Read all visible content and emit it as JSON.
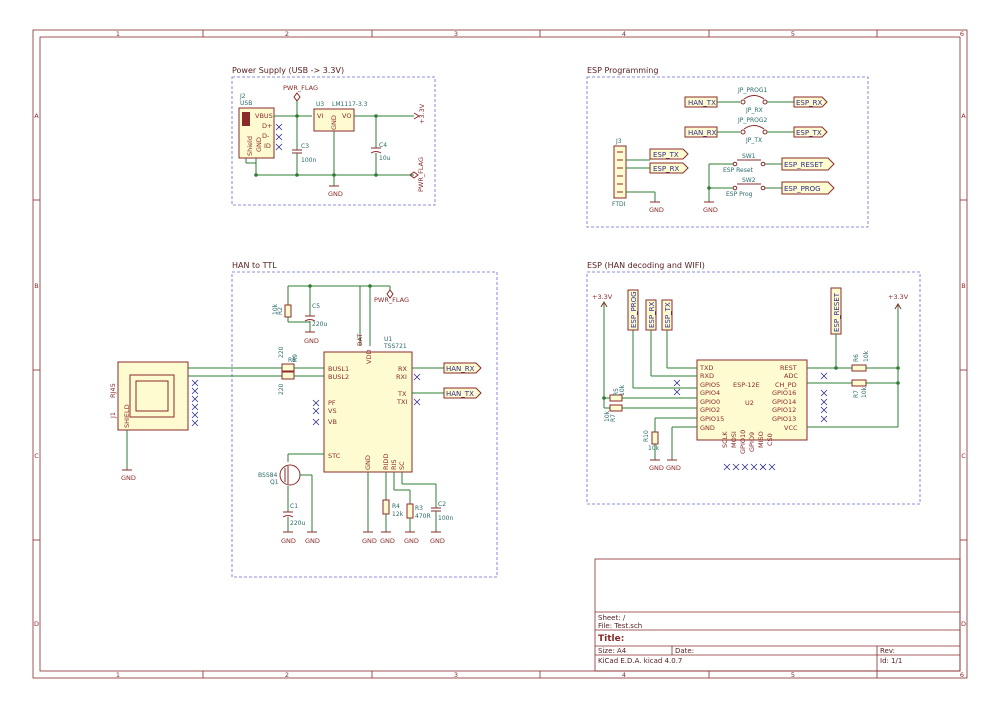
{
  "frame": {
    "cols": [
      "1",
      "2",
      "3",
      "4",
      "5",
      "6"
    ],
    "rows": [
      "A",
      "B",
      "C",
      "D"
    ]
  },
  "sections": {
    "power": "Power Supply (USB -> 3.3V)",
    "prog": "ESP Programming",
    "han": "HAN to TTL",
    "esp": "ESP (HAN decoding and WIFI)"
  },
  "power": {
    "j2_ref": "J2",
    "j2_val": "USB",
    "vbus": "VBUS",
    "dplus": "D+",
    "dminus": "D-",
    "id": "ID",
    "shield": "Shield",
    "gnd_pin": "GND",
    "pwr_flag": "PWR_FLAG",
    "u3_ref": "U3",
    "u3_val": "LM1117-3.3",
    "vi": "VI",
    "vo": "VO",
    "c3_ref": "C3",
    "c3_val": "100n",
    "c4_ref": "C4",
    "c4_val": "10u",
    "v33": "+3.3V",
    "gnd": "GND",
    "pwr_flag2": "PWR_FLAG"
  },
  "prog": {
    "han_tx": "HAN_TX",
    "han_rx": "HAN_RX",
    "esp_rx": "ESP_RX",
    "esp_tx": "ESP_TX",
    "jp1": "JP_PROG1",
    "jp1_val": "JP_RX",
    "jp2": "JP_PROG2",
    "jp2_val": "JP_TX",
    "j3": "J3",
    "ftdi": "FTDI",
    "sw1": "SW1",
    "sw1_val": "ESP Reset",
    "sw2": "SW2",
    "sw2_val": "ESP Prog",
    "esp_reset": "ESP_RESET",
    "esp_prog": "ESP_PROG",
    "gnd": "GND"
  },
  "han": {
    "rj45": "RJ45",
    "j1": "J1",
    "shield": "SHIELD",
    "r8": "R8",
    "r9": "R9",
    "r_val": "220",
    "r_val2": "220",
    "rfix": "R2",
    "rfix_val": "10k",
    "c5_ref": "C5",
    "c5_val": "220u",
    "pwr_flag": "PWR_FLAG",
    "u1_ref": "U1",
    "u1_val": "TSS721",
    "busl1": "BUSL1",
    "busl2": "BUSL2",
    "pf": "PF",
    "vs": "VS",
    "vb": "VB",
    "stc": "STC",
    "gnd_pin": "GND",
    "ridd": "RIDD",
    "ris": "RIS",
    "sc": "SC",
    "bat": "BAT",
    "vdd": "VDD",
    "rx": "RX",
    "rxi": "RXI",
    "tx": "TX",
    "txi": "TXI",
    "han_rx": "HAN_RX",
    "han_tx": "HAN_TX",
    "q1_ref": "Q1",
    "q1_val": "BSS84",
    "c1_ref": "C1",
    "c1_val": "220u",
    "r4": "R4",
    "r4_val": "12k",
    "r3": "R3",
    "r3_val": "470R",
    "c2_ref": "C2",
    "c2_val": "100n",
    "gnd": "GND"
  },
  "esp": {
    "v33": "+3.3V",
    "esp_prog": "ESP_PROG",
    "esp_rx": "ESP_RX",
    "esp_tx": "ESP_TX",
    "esp_reset": "ESP_RESET",
    "u2_ref": "U2",
    "u2_val": "ESP-12E",
    "txd": "TXD",
    "rxd": "RXD",
    "gpio5": "GPIO5",
    "gpio4": "GPIO4",
    "gpio0": "GPIO0",
    "gpio2": "GPIO2",
    "gpio15": "GPIO15",
    "gnd_pin": "GND",
    "rest": "REST",
    "adc": "ADC",
    "ch_pd": "CH_PD",
    "gpio16": "GPIO16",
    "gpio14": "GPIO14",
    "gpio12": "GPIO12",
    "gpio13": "GPIO13",
    "vcc": "VCC",
    "sclk": "SCLK",
    "mosi": "MOSI",
    "gpio10": "GPIO10",
    "gpio9": "GPIO9",
    "miso": "MISO",
    "cs0": "CS0",
    "r5": "R5",
    "r6": "R6",
    "r7": "R7",
    "r10": "R10",
    "r10k": "10k",
    "gnd": "GND"
  },
  "title_block": {
    "sheet": "Sheet: /",
    "file": "File: Test.sch",
    "title": "Title:",
    "size": "Size: A4",
    "date": "Date:",
    "rev": "Rev:",
    "kicad": "KiCad E.D.A.  kicad 4.0.7",
    "id": "Id: 1/1"
  }
}
